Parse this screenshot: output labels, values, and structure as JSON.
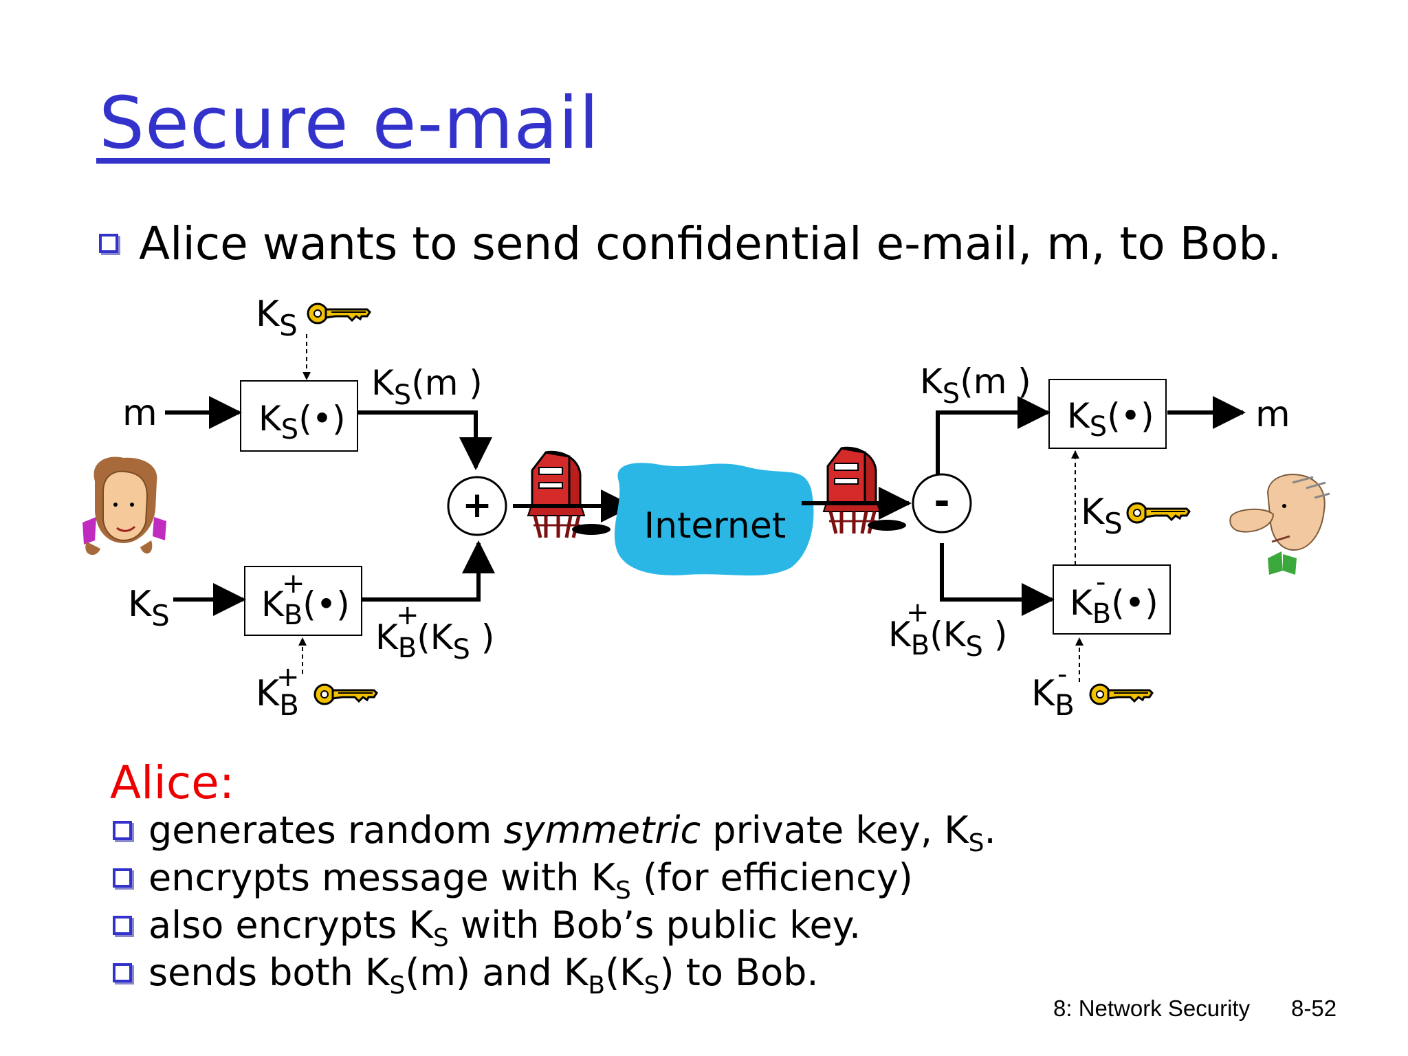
{
  "slide": {
    "title": "Secure e-mail",
    "intro": "Alice wants to send confidential e-mail, m, to Bob.",
    "footer_chapter": "8: Network Security",
    "footer_page": "8-52",
    "title_color": "#3333cc",
    "alice_color": "#ee0000"
  },
  "diagram": {
    "msg_in": "m",
    "msg_out": "m",
    "ks": "K",
    "ks_sub": "S",
    "kb": "K",
    "kb_sub": "B",
    "plus": "+",
    "minus": "-",
    "dot_arg": "(•)",
    "m_arg_open": "(m )",
    "ks_arg_open": "(K",
    "ks_arg_close": " )",
    "add_symbol": "+",
    "sub_symbol": "-",
    "internet": "Internet",
    "internet_color": "#2bb7e6",
    "key_color": "#f2c200",
    "mailbox_color": "#d42a2a",
    "icons": [
      "alice-icon",
      "bob-icon",
      "key-icon",
      "mailbox-icon",
      "cloud-icon"
    ]
  },
  "alice": {
    "heading": "Alice:",
    "bullets": [
      {
        "a": "generates random ",
        "b": "symmetric",
        "c": " private key, K",
        "sub": "S",
        "d": "."
      },
      {
        "a": " encrypts message with K",
        "sub": "S",
        "b": " (for efficiency)"
      },
      {
        "a": " also encrypts K",
        "sub": "S",
        "b": " with Bob’s public key."
      },
      {
        "a": "sends both K",
        "sub1": "S",
        "b": "(m) and K",
        "sub2": "B",
        "c": "(K",
        "sub3": "S",
        "d": ") to Bob."
      }
    ]
  }
}
